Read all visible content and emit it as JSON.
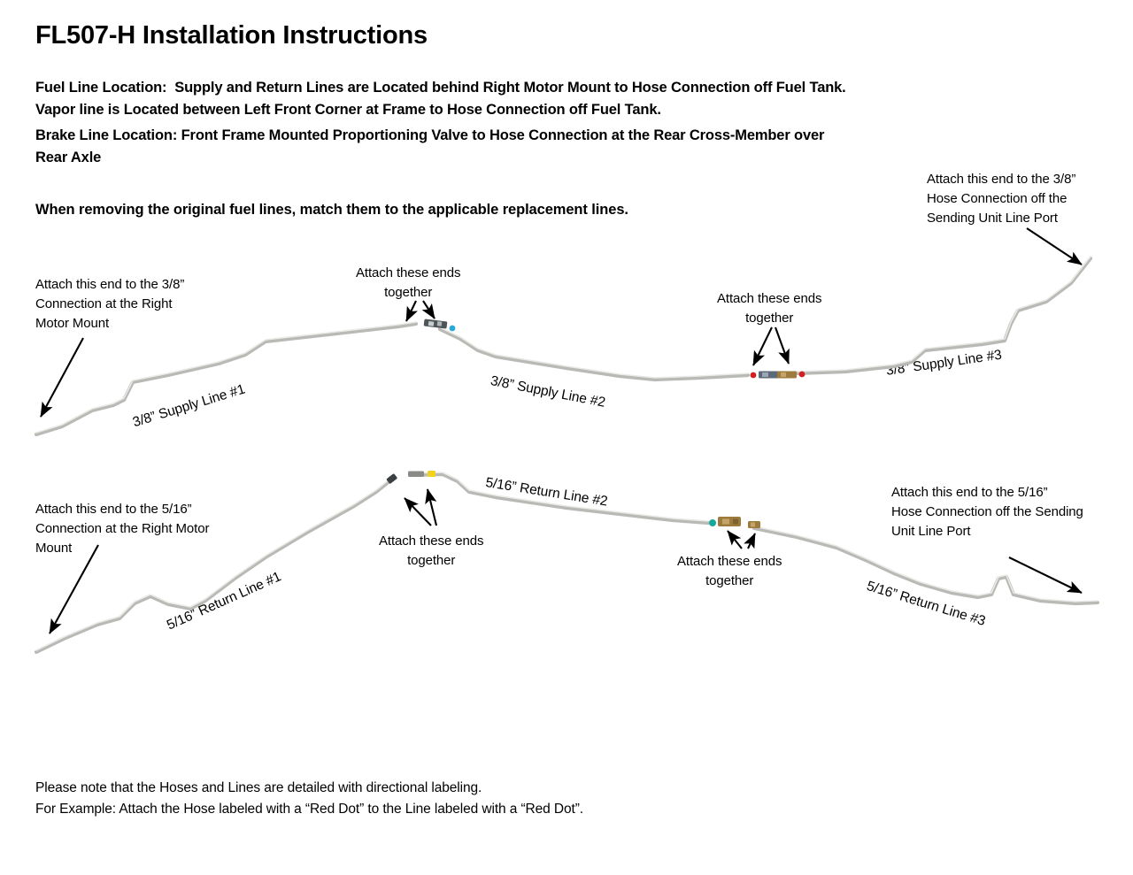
{
  "document": {
    "title": "FL507-H Installation Instructions",
    "intro": [
      "Fuel Line Location:  Supply and Return Lines are Located behind Right Motor Mount to Hose Connection off Fuel Tank.",
      "Vapor line is Located between Left Front Corner at Frame to Hose Connection off Fuel Tank.",
      "Brake Line Location: Front Frame Mounted Proportioning Valve to Hose Connection at the Rear Cross-Member over",
      "Rear Axle"
    ],
    "match_note": "When removing the original fuel lines, match them to the applicable replacement lines.",
    "footer": [
      "Please note that the Hoses and Lines are detailed with directional labeling.",
      "For Example: Attach the Hose labeled with a “Red Dot” to the Line labeled with a “Red Dot”."
    ]
  },
  "diagram": {
    "supply_assembly": {
      "callouts": {
        "left": "Attach this end to the 3/8”\nConnection at the Right\nMotor Mount",
        "mid_first": "Attach these ends\ntogether",
        "mid_second": "Attach these ends\ntogether",
        "right": "Attach this end to the 3/8”\nHose Connection off the\nSending Unit Line Port"
      },
      "line_labels": {
        "line1": "3/8” Supply Line #1",
        "line2": "3/8” Supply Line #2",
        "line3": "3/8” Supply Line #3"
      },
      "fittings": [
        {
          "name": "supply-fitting-blue-dot",
          "marker_color": "#2aa8d8",
          "body_color": "#4d5558"
        },
        {
          "name": "supply-fitting-red-dot-left",
          "marker_color": "#d41f20",
          "body_color": "#5b6a78"
        },
        {
          "name": "supply-fitting-red-dot-right",
          "marker_color": "#d41f20",
          "body_color": "#9c7b3c"
        }
      ]
    },
    "return_assembly": {
      "callouts": {
        "left": "Attach this end to the 5/16”\nConnection at the Right Motor\nMount",
        "mid_first": "Attach these ends\ntogether",
        "mid_second": "Attach these ends\ntogether",
        "right": "Attach this end to the 5/16”\nHose Connection off the Sending\nUnit Line Port"
      },
      "line_labels": {
        "line1": "5/16” Return Line #1",
        "line2": "5/16” Return Line #2",
        "line3": "5/16” Return Line #3"
      },
      "fittings": [
        {
          "name": "return-fitting-end-plain",
          "marker_color": "#3a3f42",
          "body_color": "#3a3f42"
        },
        {
          "name": "return-fitting-yellow-dot",
          "marker_color": "#f2d21c",
          "body_color": "#8a8a86"
        },
        {
          "name": "return-fitting-teal-dot",
          "marker_color": "#16a99a",
          "body_color": "#9c7b3c"
        },
        {
          "name": "return-fitting-brass-plain",
          "marker_color": "#9c7b3c",
          "body_color": "#9c7b3c"
        }
      ]
    },
    "tube_color": "#b9b9b6",
    "highlight_color": "#e9e9e6"
  }
}
